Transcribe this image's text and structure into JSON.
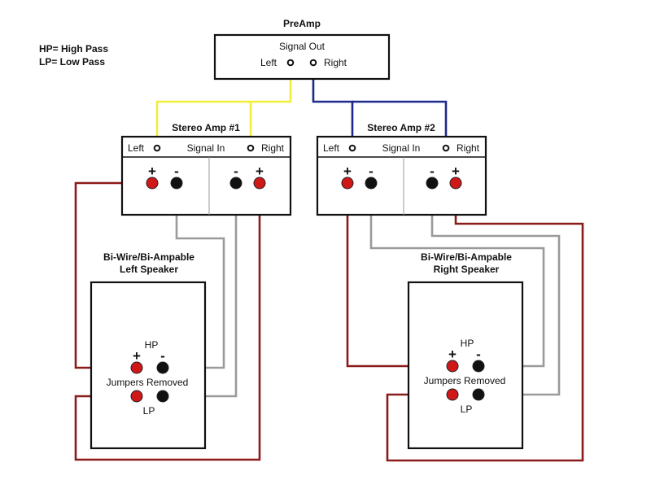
{
  "legend": {
    "hp": "HP= High Pass",
    "lp": "LP= Low Pass"
  },
  "preamp": {
    "title": "PreAmp",
    "signal_out": "Signal Out",
    "left": "Left",
    "right": "Right"
  },
  "amp1": {
    "title": "Stereo Amp #1",
    "left": "Left",
    "signal_in": "Signal In",
    "right": "Right",
    "plus": "+",
    "minus": "-"
  },
  "amp2": {
    "title": "Stereo Amp #2",
    "left": "Left",
    "signal_in": "Signal In",
    "right": "Right",
    "plus": "+",
    "minus": "-"
  },
  "left_speaker": {
    "title_line1": "Bi-Wire/Bi-Ampable",
    "title_line2": "Left Speaker",
    "hp": "HP",
    "lp": "LP",
    "jumpers": "Jumpers Removed",
    "plus": "+",
    "minus": "-"
  },
  "right_speaker": {
    "title_line1": "Bi-Wire/Bi-Ampable",
    "title_line2": "Right Speaker",
    "hp": "HP",
    "lp": "LP",
    "jumpers": "Jumpers Removed",
    "plus": "+",
    "minus": "-"
  },
  "colors": {
    "left_signal_wire": "#f2ee3a",
    "right_signal_wire": "#1f2a8c",
    "positive_wire": "#8b1a1a",
    "negative_wire": "#9a9a9a",
    "positive_terminal": "#d01818",
    "negative_terminal": "#111111"
  }
}
